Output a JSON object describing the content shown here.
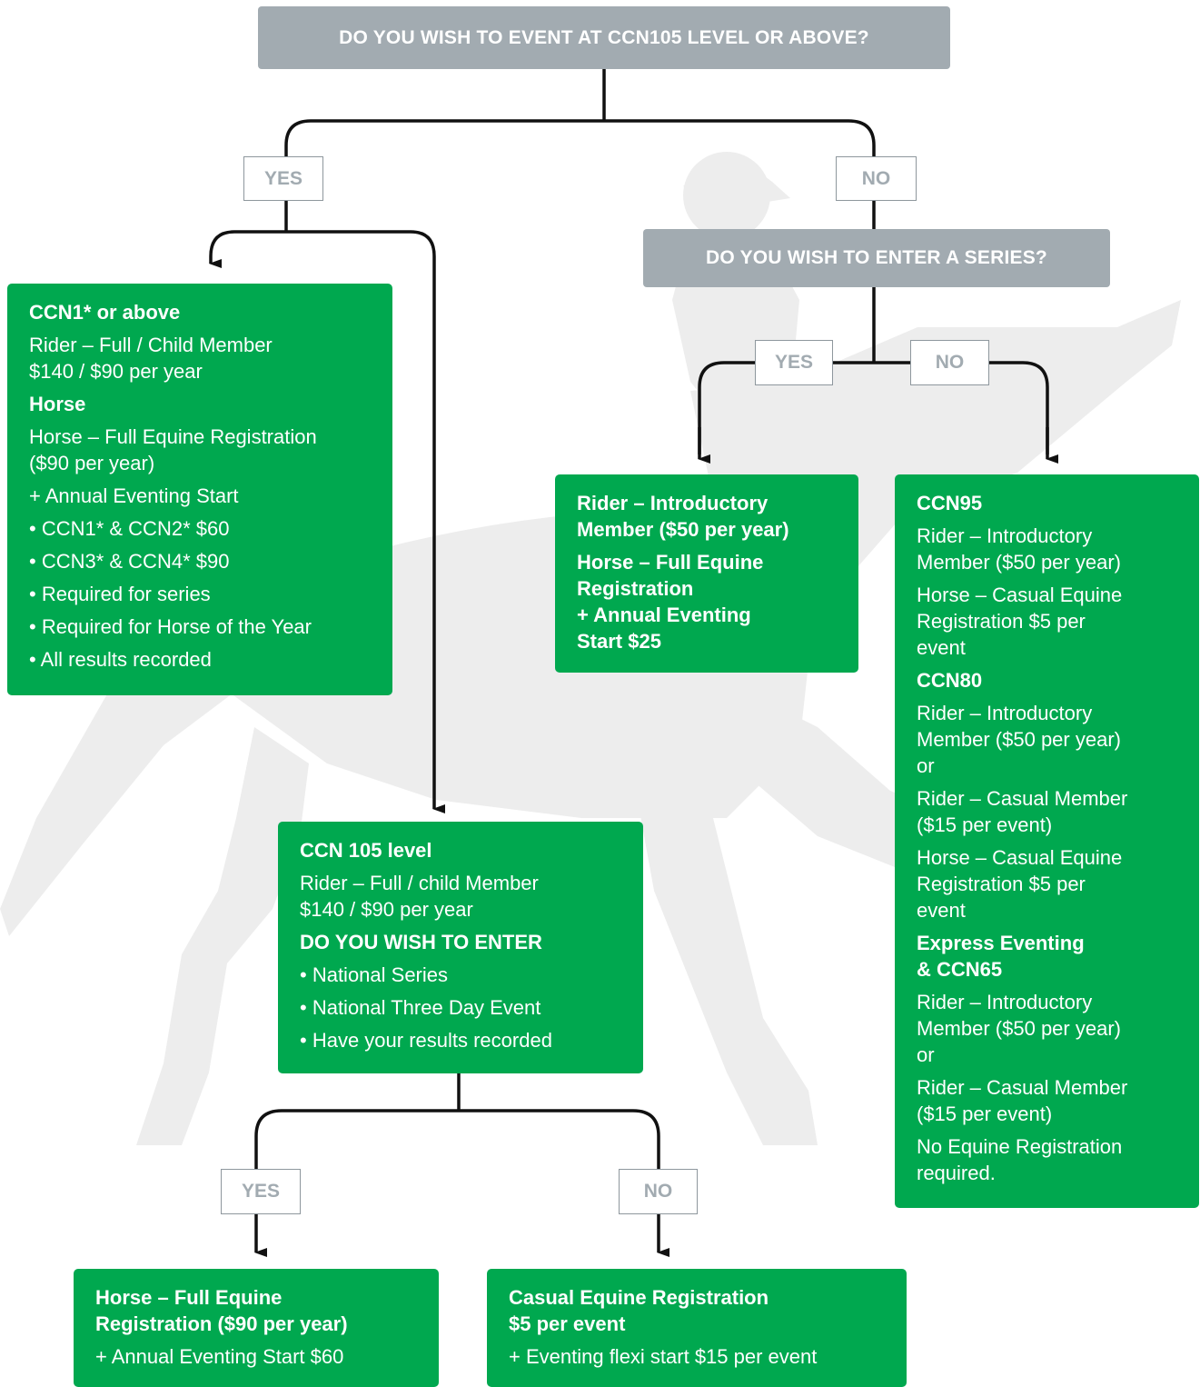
{
  "questions": {
    "q1": "DO YOU WISH TO EVENT AT CCN105 LEVEL OR ABOVE?",
    "q2": "DO YOU WISH TO ENTER A SERIES?"
  },
  "labels": {
    "yes": "YES",
    "no": "NO"
  },
  "boxes": {
    "ccn1": [
      {
        "text": "CCN1* or above",
        "bold": true
      },
      {
        "text": "Rider – Full / Child Member\n$140 / $90 per year"
      },
      {
        "text": "Horse",
        "bold": true
      },
      {
        "text": "Horse – Full Equine Registration\n($90 per year)"
      },
      {
        "text": "+ Annual Eventing Start"
      },
      {
        "text": "• CCN1* & CCN2* $60"
      },
      {
        "text": "• CCN3* & CCN4* $90"
      },
      {
        "text": "• Required for series"
      },
      {
        "text": "• Required for Horse of the Year"
      },
      {
        "text": "• All results recorded"
      }
    ],
    "ccn105": [
      {
        "text": "CCN 105 level",
        "bold": true
      },
      {
        "text": "Rider – Full / child Member\n$140 / $90 per year"
      },
      {
        "text": "DO YOU WISH TO ENTER",
        "bold": true
      },
      {
        "text": "• National Series"
      },
      {
        "text": "• National Three Day Event"
      },
      {
        "text": "• Have your results recorded"
      }
    ],
    "series_yes": [
      {
        "text": "Rider – Introductory\nMember ($50 per year)",
        "bold": true
      },
      {
        "text": "Horse – Full Equine\nRegistration\n+ Annual Eventing\nStart $25",
        "bold": true
      }
    ],
    "series_no": [
      {
        "text": "CCN95",
        "bold": true
      },
      {
        "text": "Rider – Introductory\nMember ($50 per year)"
      },
      {
        "text": "Horse – Casual Equine\nRegistration $5 per\nevent"
      },
      {
        "text": "CCN80",
        "bold": true
      },
      {
        "text": "Rider – Introductory\nMember ($50 per year)\nor"
      },
      {
        "text": "Rider – Casual Member\n($15 per event)"
      },
      {
        "text": "Horse – Casual Equine\nRegistration $5 per\nevent"
      },
      {
        "text": "Express Eventing\n& CCN65",
        "bold": true
      },
      {
        "text": "Rider – Introductory\nMember ($50 per year)\nor"
      },
      {
        "text": "Rider – Casual Member\n($15 per event)"
      },
      {
        "text": "No Equine Registration\nrequired."
      }
    ],
    "national_yes": [
      {
        "text": "Horse – Full Equine\nRegistration ($90 per year)",
        "bold": true
      },
      {
        "text": "+ Annual Eventing Start $60"
      }
    ],
    "national_no": [
      {
        "text": "Casual Equine Registration\n$5 per event",
        "bold": true
      },
      {
        "text": "+ Eventing flexi start $15 per event"
      }
    ]
  },
  "colors": {
    "question": "#a2abb1",
    "answer": "#00a84f",
    "line": "#111111",
    "watermark": "#ededed"
  },
  "icons": {
    "watermark": "horse-and-rider-silhouette",
    "arrow": "arrow-down-icon"
  }
}
